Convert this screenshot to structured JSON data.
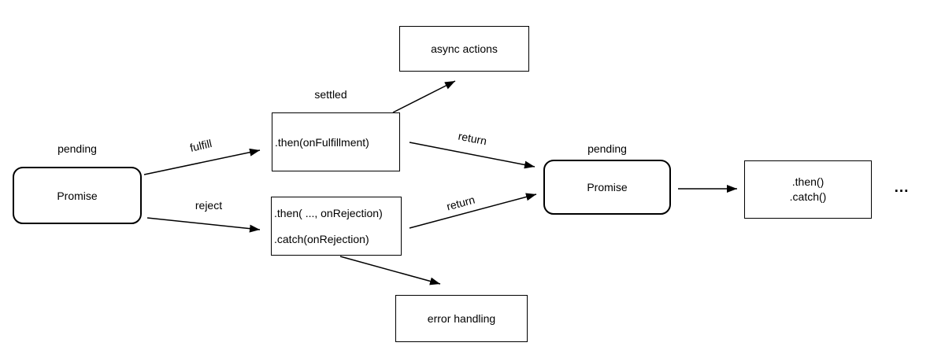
{
  "diagram": {
    "nodes": {
      "promise1": {
        "state_label": "pending",
        "label": "Promise"
      },
      "fulfill_handler": {
        "state_label": "settled",
        "label": ".then(onFulfillment)"
      },
      "reject_handler": {
        "line1": ".then( ..., onRejection)",
        "line2": ".catch(onRejection)"
      },
      "async_actions": {
        "label": "async actions"
      },
      "error_handling": {
        "label": "error handling"
      },
      "promise2": {
        "state_label": "pending",
        "label": "Promise"
      },
      "chain_next": {
        "line1": ".then()",
        "line2": ".catch()"
      },
      "continuation": {
        "label": "..."
      }
    },
    "edges": {
      "fulfill": {
        "label": "fulfill"
      },
      "reject": {
        "label": "reject"
      },
      "return_fulfilled": {
        "label": "return"
      },
      "return_rejected": {
        "label": "return"
      }
    },
    "colors": {
      "stroke": "#000000",
      "text": "#000000",
      "background": "#ffffff"
    }
  }
}
